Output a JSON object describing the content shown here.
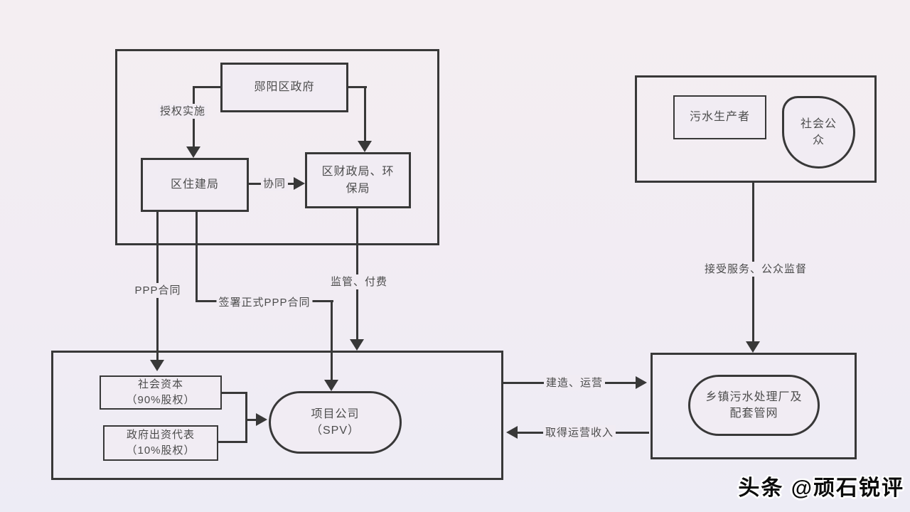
{
  "page": {
    "background": "#f1ecf3",
    "line_color": "#383838",
    "text_color": "#4c4c4c"
  },
  "nodes": {
    "government": "郧阳区政府",
    "housing_bureau": "区住建局",
    "finance_env_line1": "区财政局、环",
    "finance_env_line2": "保局",
    "social_capital_line1": "社会资本",
    "social_capital_line2": "（90%股权）",
    "gov_rep_line1": "政府出资代表",
    "gov_rep_line2": "（10%股权）",
    "spv_line1": "项目公司",
    "spv_line2": "（SPV）",
    "sewage_producer": "污水生产者",
    "public_line1": "社会公",
    "public_line2": "众",
    "plant_line1": "乡镇污水处理厂及",
    "plant_line2": "配套管网"
  },
  "edges": {
    "authorize": "授权实施",
    "coordinate": "协同",
    "ppp_contract": "PPP合同",
    "sign_formal_ppp": "签署正式PPP合同",
    "supervise_pay": "监管、付费",
    "build_operate": "建造、运营",
    "operating_income": "取得运营收入",
    "receive_service": "接受服务、公众监督"
  },
  "watermark": "头条 @顽石锐评"
}
